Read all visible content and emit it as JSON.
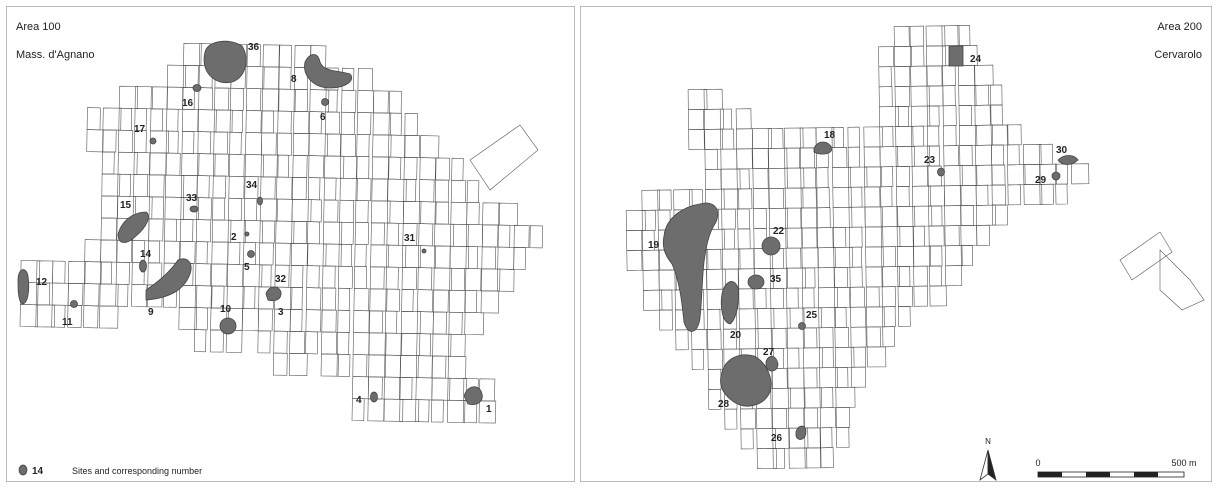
{
  "area_left": {
    "title": "Area 100",
    "subtitle": "Mass. d'Agnano",
    "sites": [
      "36",
      "8",
      "16",
      "6",
      "17",
      "34",
      "33",
      "15",
      "2",
      "14",
      "5",
      "31",
      "12",
      "32",
      "9",
      "11",
      "10",
      "3",
      "4",
      "1"
    ]
  },
  "area_right": {
    "title": "Area 200",
    "subtitle": "Cervarolo",
    "sites": [
      "24",
      "18",
      "30",
      "23",
      "29",
      "22",
      "19",
      "35",
      "25",
      "20",
      "27",
      "28",
      "26"
    ]
  },
  "legend": {
    "sample_number": "14",
    "text": "Sites and corresponding number"
  },
  "north_arrow": {
    "label": "N"
  },
  "scale_bar": {
    "start": "0",
    "end": "500 m"
  },
  "colors": {
    "site_fill": "#6d6d6d",
    "grid_line": "#555555",
    "frame": "#bbbbbb"
  }
}
